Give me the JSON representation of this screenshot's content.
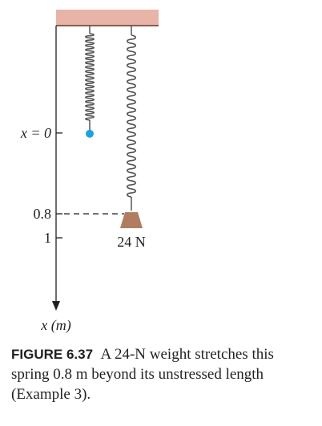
{
  "diagram": {
    "axis_label": "x (m)",
    "ticks": [
      {
        "label": "x = 0"
      },
      {
        "label": "0.8"
      },
      {
        "label": "1"
      }
    ],
    "weight_label": "24 N",
    "colors": {
      "ceiling": "#e8b4a8",
      "ceiling_edge": "#8a5a50",
      "weight": "#b07d62",
      "spring_end": "#1ea1e0",
      "ink": "#231f20"
    }
  },
  "caption": {
    "label": "FIGURE 6.37",
    "text": "A 24-N weight stretches this spring 0.8 m beyond its unstressed length (Example 3)."
  }
}
